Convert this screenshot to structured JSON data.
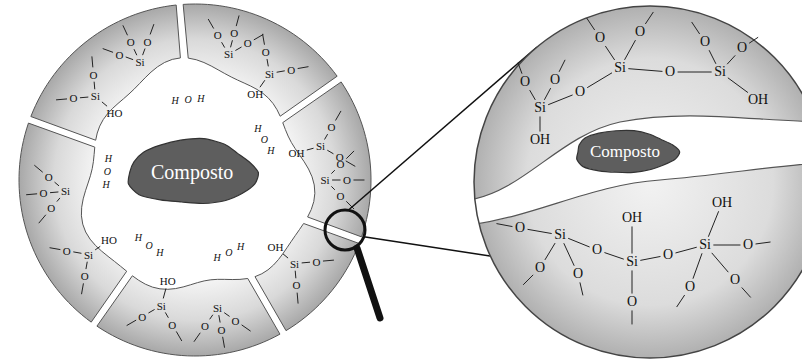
{
  "diagram": {
    "nodes": [
      {
        "text": [
          "Composto"
        ]
      },
      {
        "text": [
          "Composto"
        ]
      }
    ],
    "labels": [
      "Si",
      "O",
      "O",
      "O",
      "Si",
      "O",
      "O",
      "OH",
      "Si",
      "O",
      "O",
      "OH",
      "Si",
      "O",
      "O",
      "O",
      "Si",
      "O",
      "O",
      "OH",
      "Si",
      "O",
      "O",
      "O",
      "Si",
      "O",
      "O",
      "HO",
      "Si",
      "O",
      "O",
      "HO",
      "Si",
      "O",
      "O",
      "O",
      "Si",
      "O",
      "O",
      "HO",
      "Si",
      "O",
      "O",
      "O",
      "H",
      "O",
      "H",
      "H",
      "O",
      "H",
      "H",
      "O",
      "H",
      "H",
      "O",
      "H",
      "H",
      "O",
      "H",
      "Si",
      "O",
      "O",
      "OH",
      "O",
      "Si",
      "O",
      "O",
      "O",
      "Si",
      "O",
      "O",
      "OH",
      "Si",
      "O",
      "O",
      "O",
      "O",
      "Si",
      "OH",
      "O",
      "O",
      "Si",
      "OH",
      "O",
      "O",
      "O"
    ]
  }
}
